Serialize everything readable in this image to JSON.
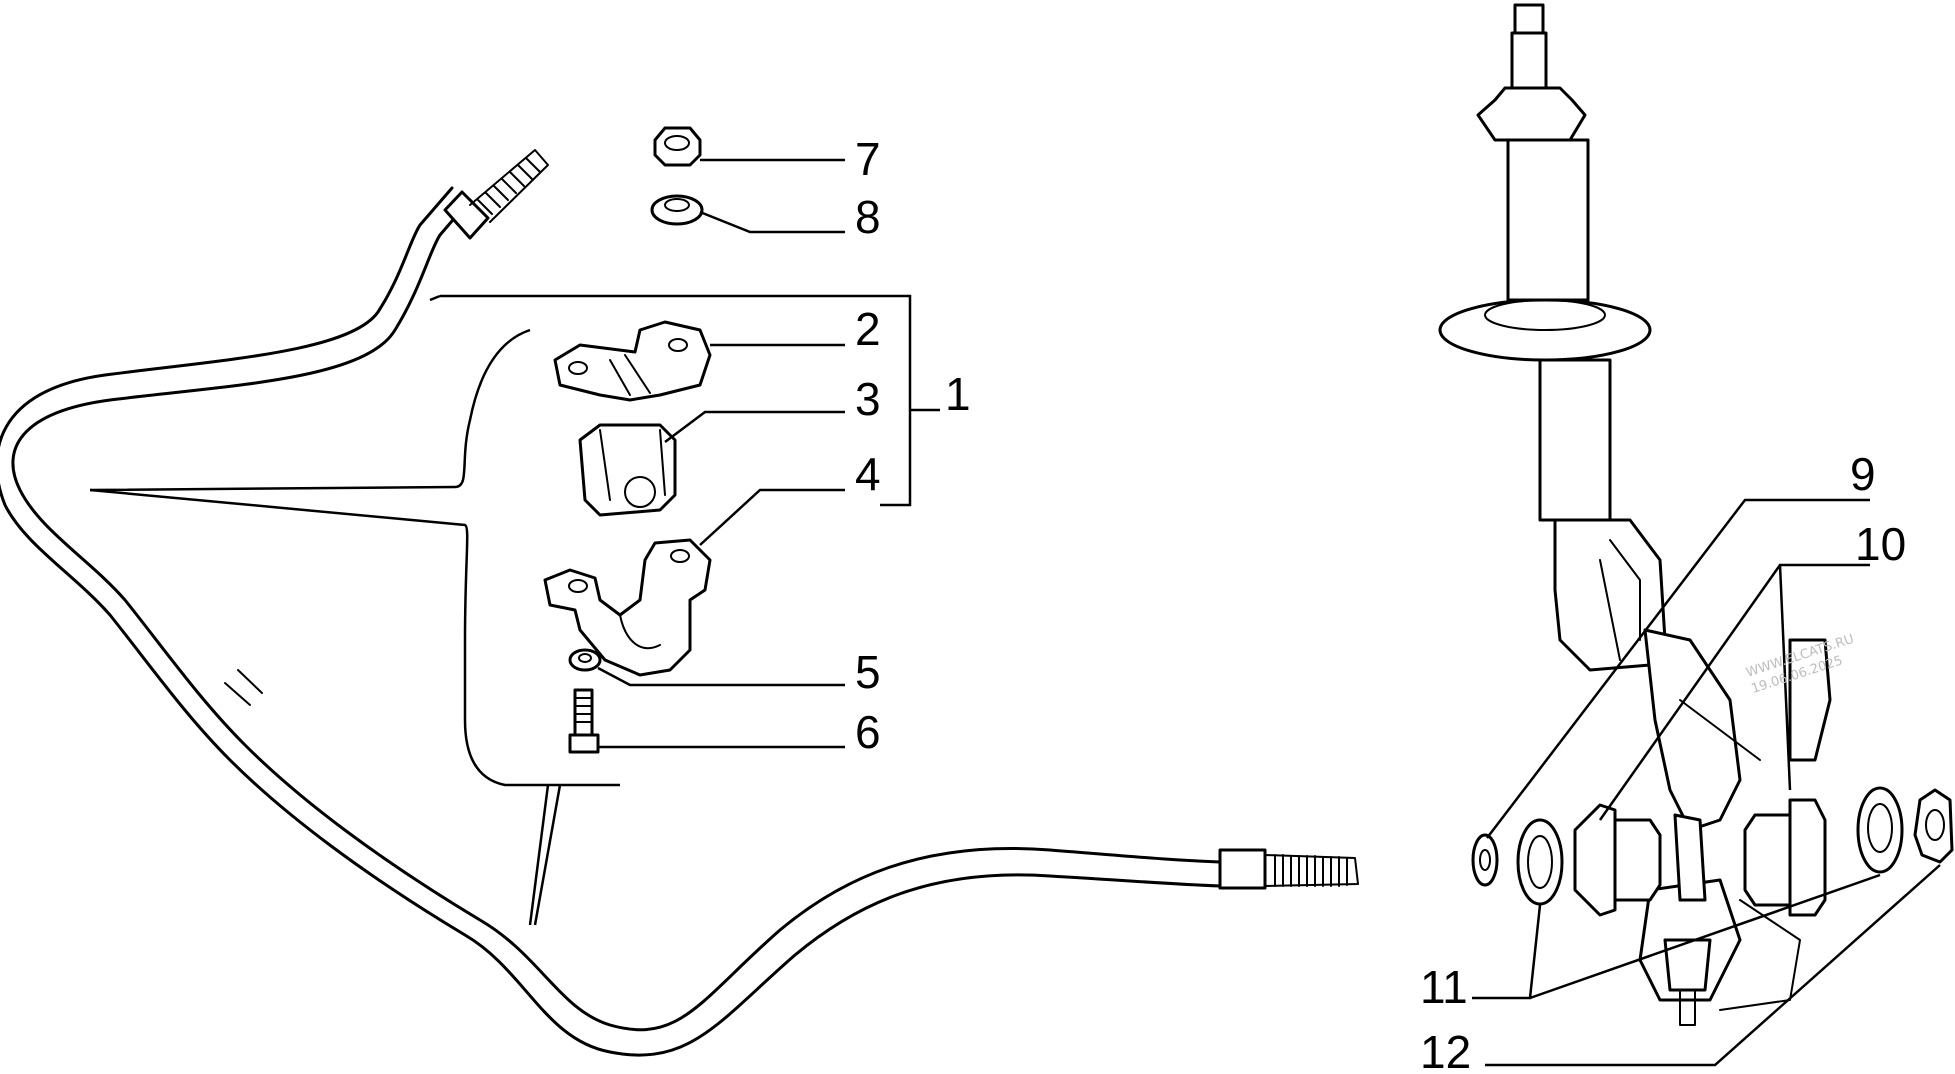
{
  "callouts": {
    "c1": "1",
    "c2": "2",
    "c3": "3",
    "c4": "4",
    "c5": "5",
    "c6": "6",
    "c7": "7",
    "c8": "8",
    "c9": "9",
    "c10": "10",
    "c11": "11",
    "c12": "12"
  },
  "watermark": {
    "line1": "WWW.ELCATS.RU",
    "line2": "19.06.06.2025"
  },
  "colors": {
    "ink": "#000000",
    "background": "#ffffff",
    "watermark": "#bdbdbd"
  }
}
